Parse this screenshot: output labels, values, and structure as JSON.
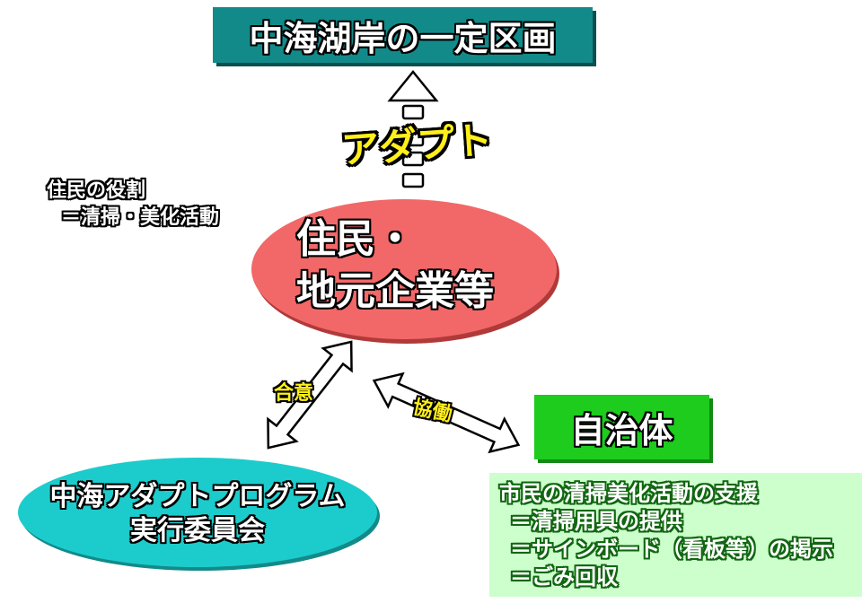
{
  "title": "中海湖岸の一定区画",
  "adapt_label": "アダプト",
  "role_note": {
    "line1": "住民の役割",
    "line2": "＝清掃・美化活動"
  },
  "residents": {
    "line1": "住民・",
    "line2": "地元企業等"
  },
  "agreement_label": "合意",
  "collaboration_label": "協働",
  "municipality": "自治体",
  "committee": {
    "line1": "中海アダプトプログラム",
    "line2": "実行委員会"
  },
  "support": {
    "heading": "市民の清掃美化活動の支援",
    "items": [
      "＝清掃用具の提供",
      "＝サインボード（看板等）の掲示",
      "＝ごみ回収"
    ]
  },
  "colors": {
    "title": "#138a8a",
    "residents": "#f26868",
    "municipality": "#1dcc1d",
    "committee": "#1ccccc",
    "support": "#ccffcc",
    "adapt": "#ffef1a"
  }
}
